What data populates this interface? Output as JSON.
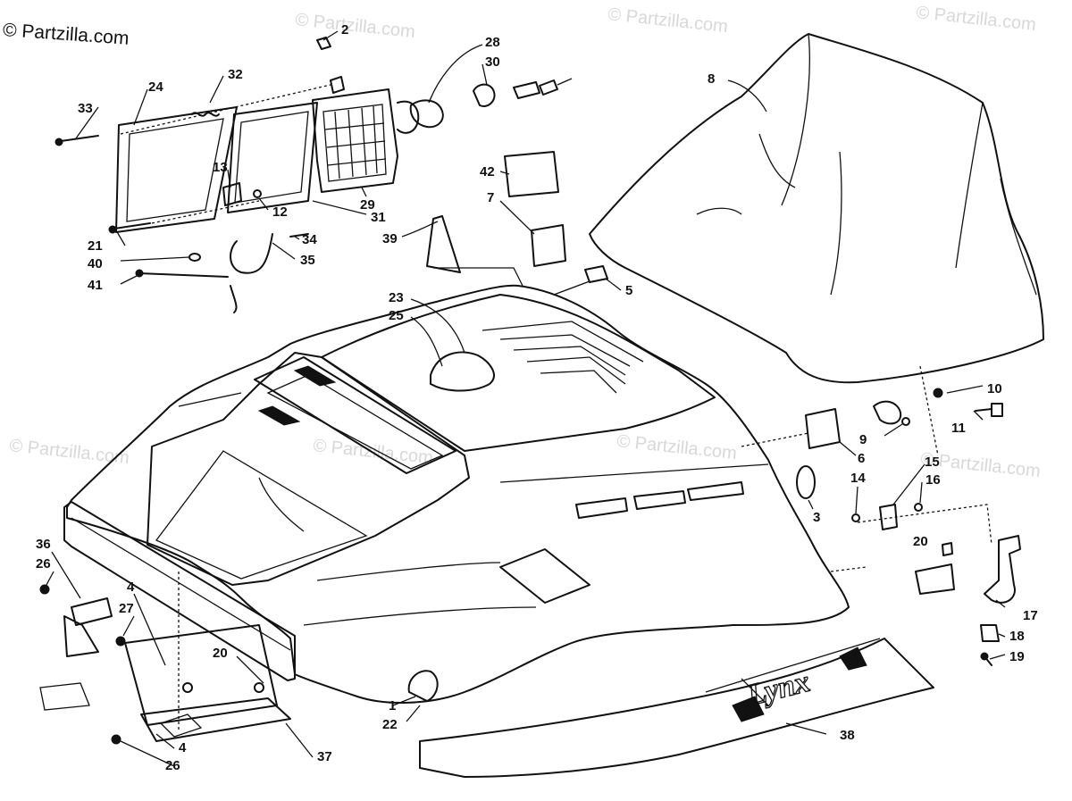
{
  "watermark": {
    "brand_label": "© Partzilla.com",
    "repeat_text": "© Partzilla.com"
  },
  "callouts": [
    {
      "id": "c2",
      "label": "2"
    },
    {
      "id": "c28",
      "label": "28"
    },
    {
      "id": "c30",
      "label": "30"
    },
    {
      "id": "c8",
      "label": "8"
    },
    {
      "id": "c32",
      "label": "32"
    },
    {
      "id": "c24",
      "label": "24"
    },
    {
      "id": "c33",
      "label": "33"
    },
    {
      "id": "c13",
      "label": "13"
    },
    {
      "id": "c12",
      "label": "12"
    },
    {
      "id": "c29",
      "label": "29"
    },
    {
      "id": "c31",
      "label": "31"
    },
    {
      "id": "c42",
      "label": "42"
    },
    {
      "id": "c7",
      "label": "7"
    },
    {
      "id": "c39",
      "label": "39"
    },
    {
      "id": "c21",
      "label": "21"
    },
    {
      "id": "c34",
      "label": "34"
    },
    {
      "id": "c40",
      "label": "40"
    },
    {
      "id": "c35",
      "label": "35"
    },
    {
      "id": "c41",
      "label": "41"
    },
    {
      "id": "c5",
      "label": "5"
    },
    {
      "id": "c23",
      "label": "23"
    },
    {
      "id": "c25",
      "label": "25"
    },
    {
      "id": "c10",
      "label": "10"
    },
    {
      "id": "c11",
      "label": "11"
    },
    {
      "id": "c9",
      "label": "9"
    },
    {
      "id": "c6",
      "label": "6"
    },
    {
      "id": "c15",
      "label": "15"
    },
    {
      "id": "c14",
      "label": "14"
    },
    {
      "id": "c16",
      "label": "16"
    },
    {
      "id": "c3",
      "label": "3"
    },
    {
      "id": "c20a",
      "label": "20"
    },
    {
      "id": "c17",
      "label": "17"
    },
    {
      "id": "c18",
      "label": "18"
    },
    {
      "id": "c19",
      "label": "19"
    },
    {
      "id": "c36",
      "label": "36"
    },
    {
      "id": "c26a",
      "label": "26"
    },
    {
      "id": "c4a",
      "label": "4"
    },
    {
      "id": "c27",
      "label": "27"
    },
    {
      "id": "c20b",
      "label": "20"
    },
    {
      "id": "c1",
      "label": "1"
    },
    {
      "id": "c22",
      "label": "22"
    },
    {
      "id": "c38",
      "label": "38"
    },
    {
      "id": "c4b",
      "label": "4"
    },
    {
      "id": "c26b",
      "label": "26"
    },
    {
      "id": "c37",
      "label": "37"
    }
  ],
  "decal_text": "Lynx"
}
